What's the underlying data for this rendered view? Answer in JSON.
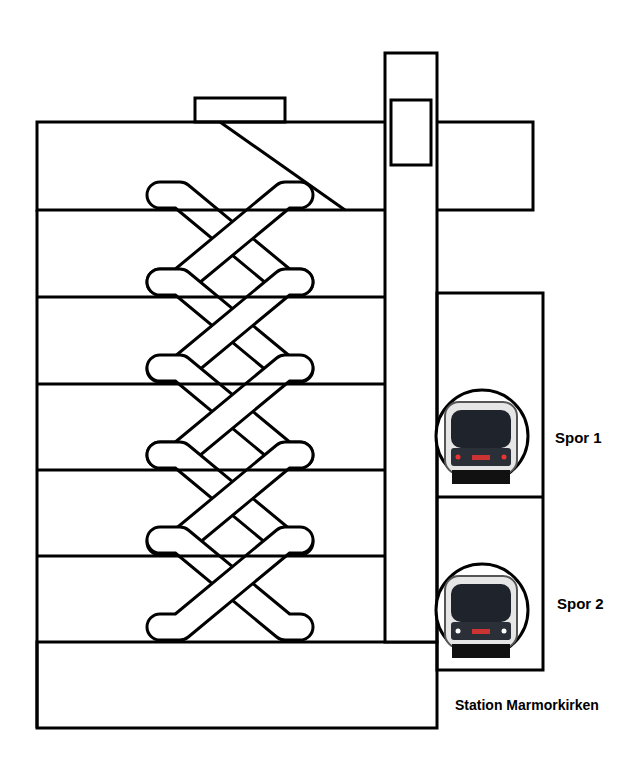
{
  "diagram": {
    "labels": [
      "Spor 1",
      "Spor 2",
      "Station Marmorkirken"
    ]
  }
}
